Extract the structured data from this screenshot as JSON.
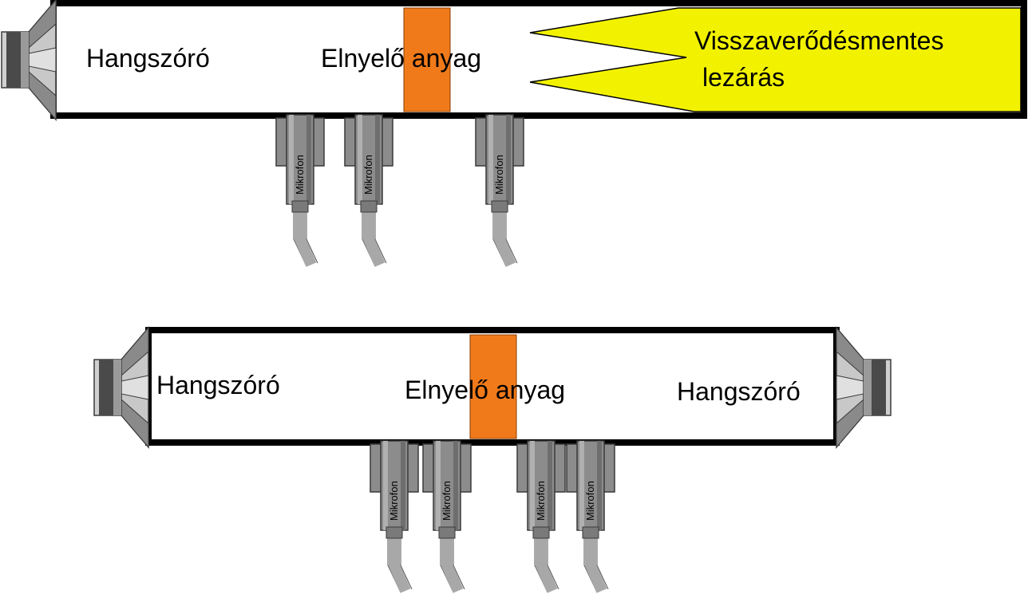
{
  "colors": {
    "tube_wall": "#000000",
    "tube_fill": "#ffffff",
    "absorber": "#f07a1a",
    "termination": "#f2f200",
    "speaker_dark": "#4a4a4a",
    "speaker_mid": "#8a8a8a",
    "speaker_light": "#c8c8c8",
    "mic_body": "#8c8c8c",
    "mic_cable": "#a8a8a8"
  },
  "top_setup": {
    "speaker_label": "Hangszóró",
    "absorber_label": "Elnyelő anyag",
    "termination_label_line1": "Visszaverődésmentes",
    "termination_label_line2": "lezárás",
    "microphones": [
      "Mikrofon",
      "Mikrofon",
      "Mikrofon"
    ]
  },
  "bottom_setup": {
    "left_speaker_label": "Hangszóró",
    "absorber_label": "Elnyelő anyag",
    "right_speaker_label": "Hangszóró",
    "microphones": [
      "Mikrofon",
      "Mikrofon",
      "Mikrofon",
      "Mikrofon"
    ]
  }
}
